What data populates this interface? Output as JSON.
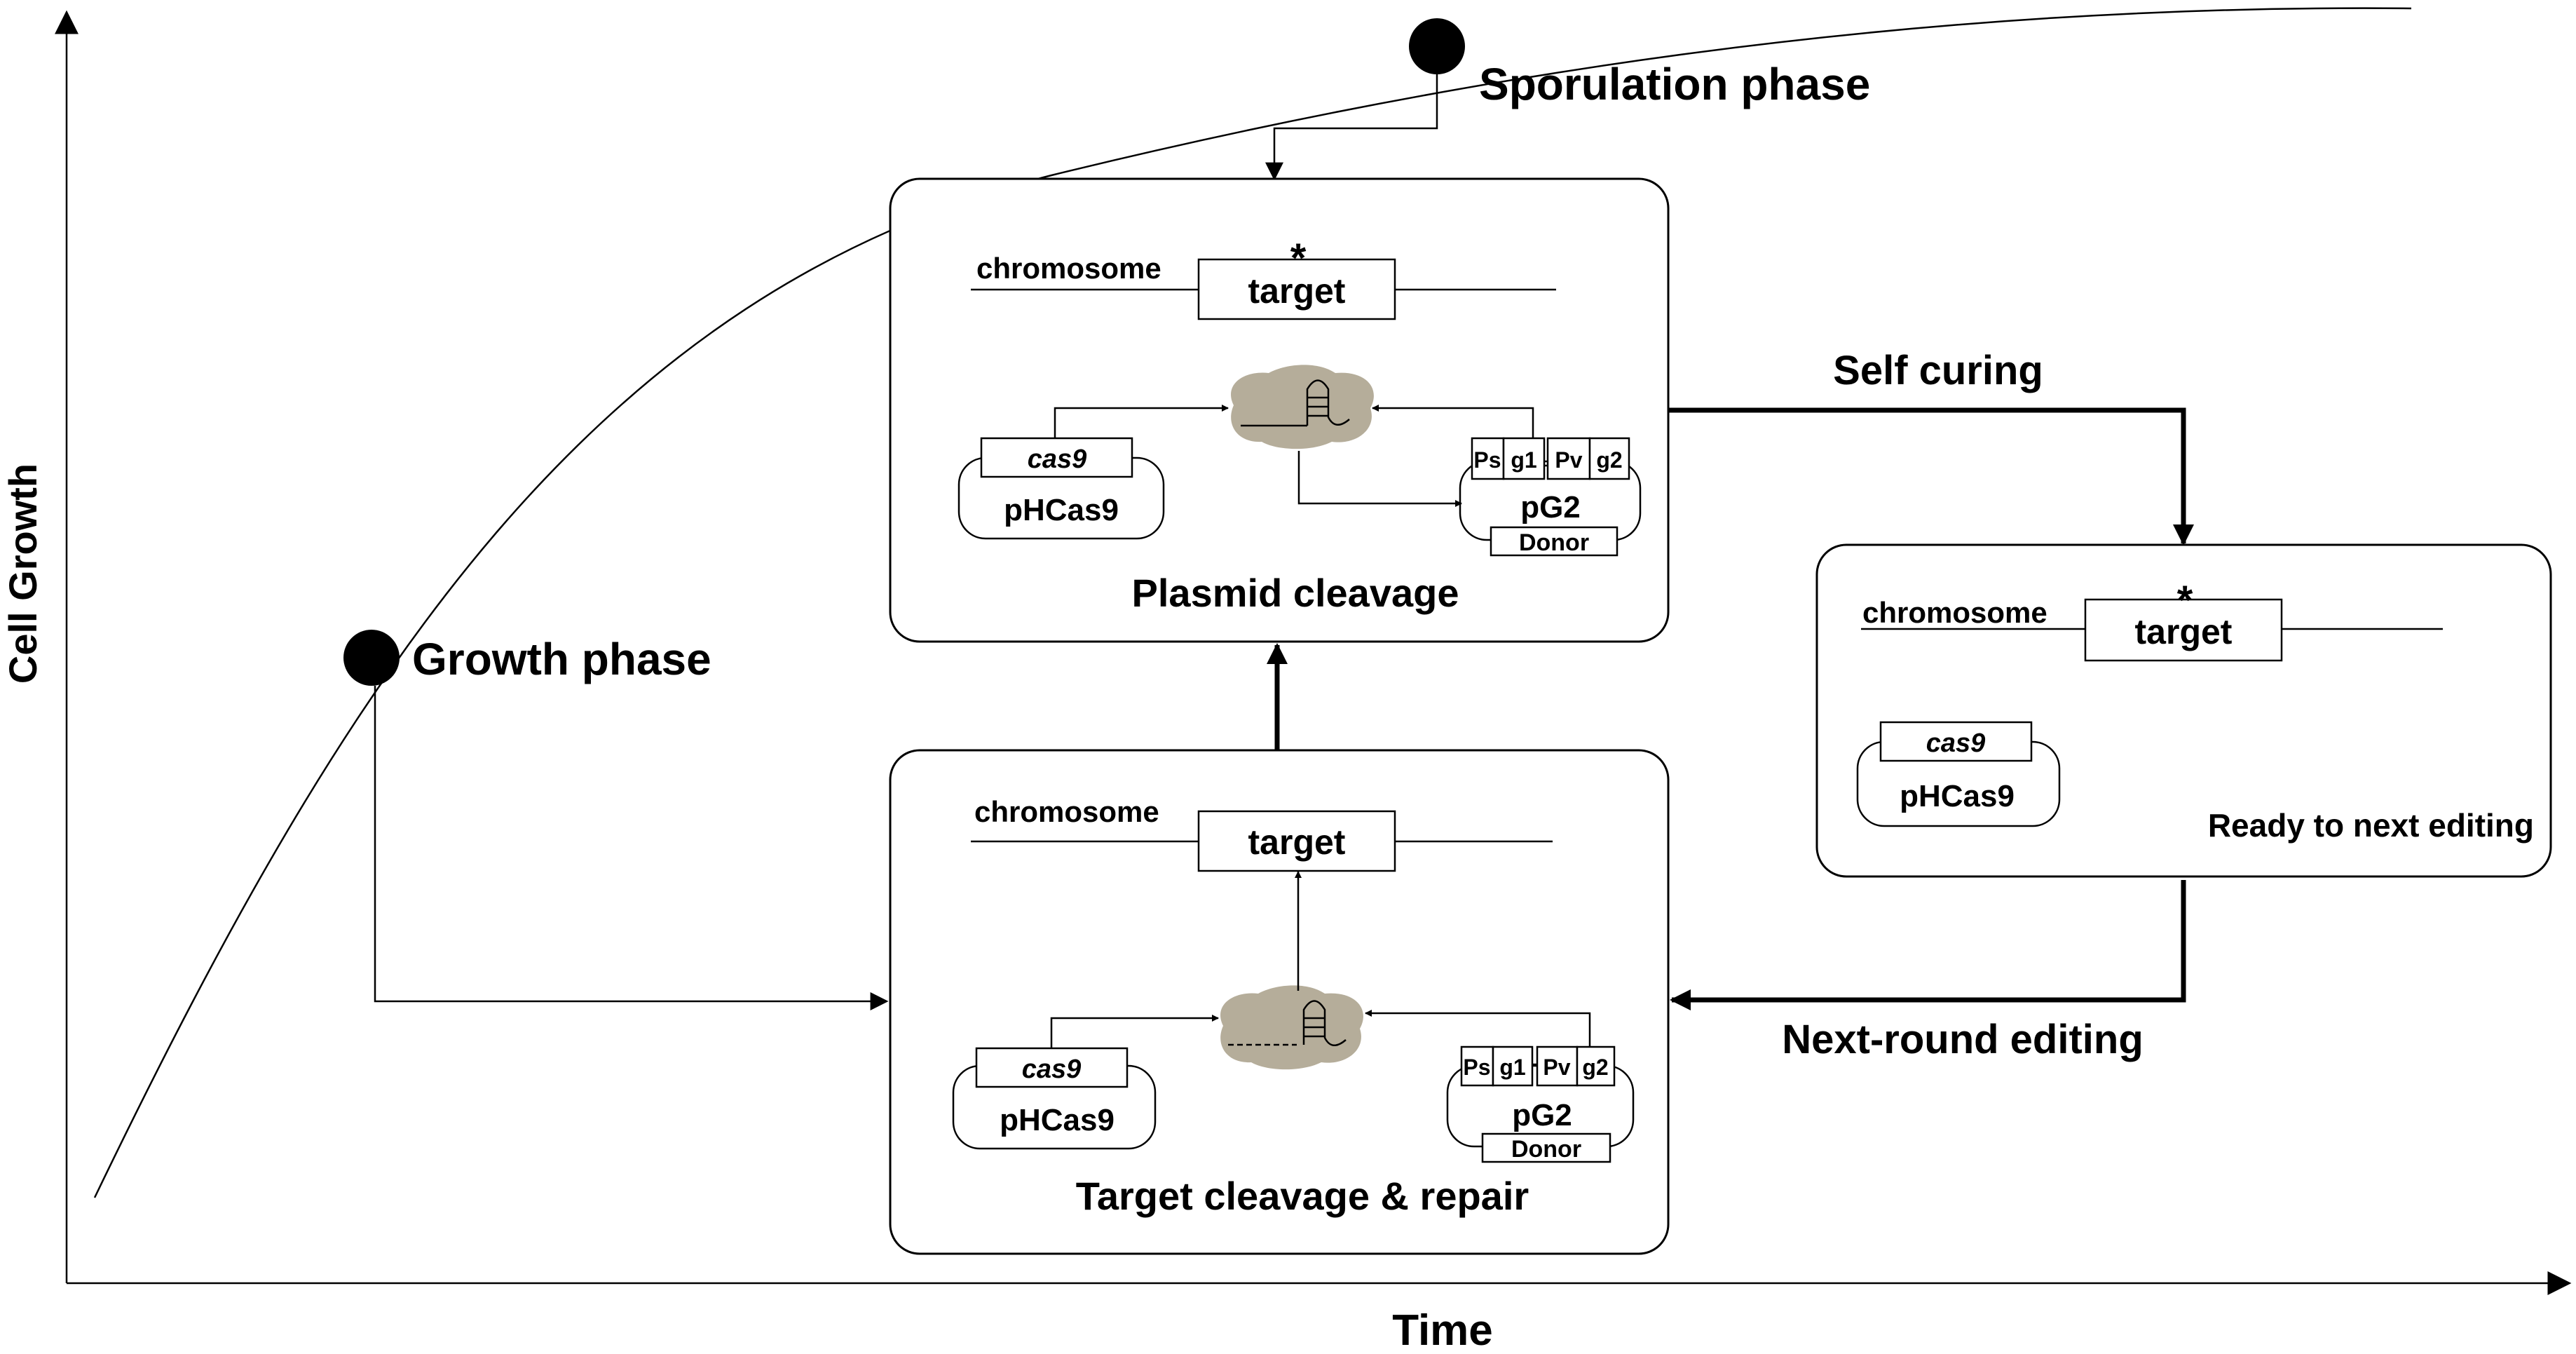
{
  "axes": {
    "y_label": "Cell Growth",
    "x_label": "Time"
  },
  "phases": {
    "sporulation": "Sporulation phase",
    "growth": "Growth phase"
  },
  "transitions": {
    "self_curing": "Self curing",
    "next_round": "Next-round editing"
  },
  "panels": {
    "plasmid_cleavage": {
      "title": "Plasmid cleavage",
      "chromosome": "chromosome",
      "target": "target",
      "mark": "*",
      "cas9": "cas9",
      "phcas9": "pHCas9",
      "pg2": "pG2",
      "donor": "Donor",
      "ps": "Ps",
      "g1": "g1",
      "pv": "Pv",
      "g2": "g2"
    },
    "target_cleavage": {
      "title": "Target cleavage & repair",
      "chromosome": "chromosome",
      "target": "target",
      "cas9": "cas9",
      "phcas9": "pHCas9",
      "pg2": "pG2",
      "donor": "Donor",
      "ps": "Ps",
      "g1": "g1",
      "pv": "Pv",
      "g2": "g2"
    },
    "ready": {
      "title": "Ready to next editing",
      "chromosome": "chromosome",
      "target": "target",
      "mark": "*",
      "cas9": "cas9",
      "phcas9": "pHCas9"
    }
  },
  "colors": {
    "cas9_complex": "#b5ad9a",
    "ink": "#000000"
  }
}
